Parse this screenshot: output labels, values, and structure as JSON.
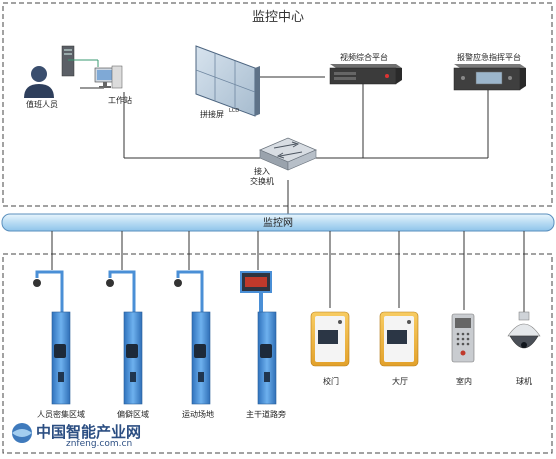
{
  "control_center": {
    "title": "监控中心",
    "nodes": {
      "operator": "值班人员",
      "workstation": "工作站",
      "video_wall": "拼接屏",
      "video_platform": "视频综合平台",
      "alarm_platform": "报警应急指挥平台",
      "switch": "接入交换机",
      "switch_line1": "接入",
      "switch_line2": "交换机",
      "screen_badge": "LCD"
    }
  },
  "network": {
    "label": "监控网"
  },
  "field_devices": [
    {
      "label": "人员密集区域"
    },
    {
      "label": "偏僻区域"
    },
    {
      "label": "运动场地"
    },
    {
      "label": "主干道路旁"
    },
    {
      "label": "校门"
    },
    {
      "label": "大厅"
    },
    {
      "label": "室内"
    },
    {
      "label": "球机"
    }
  ],
  "watermark": {
    "cn": "中国智能产业网",
    "url": "znfeng.com.cn"
  },
  "colors": {
    "pole_blue": "#4a8fd6",
    "terminal_orange": "#f0b43c",
    "bus_blue": "#cfe6f7"
  }
}
